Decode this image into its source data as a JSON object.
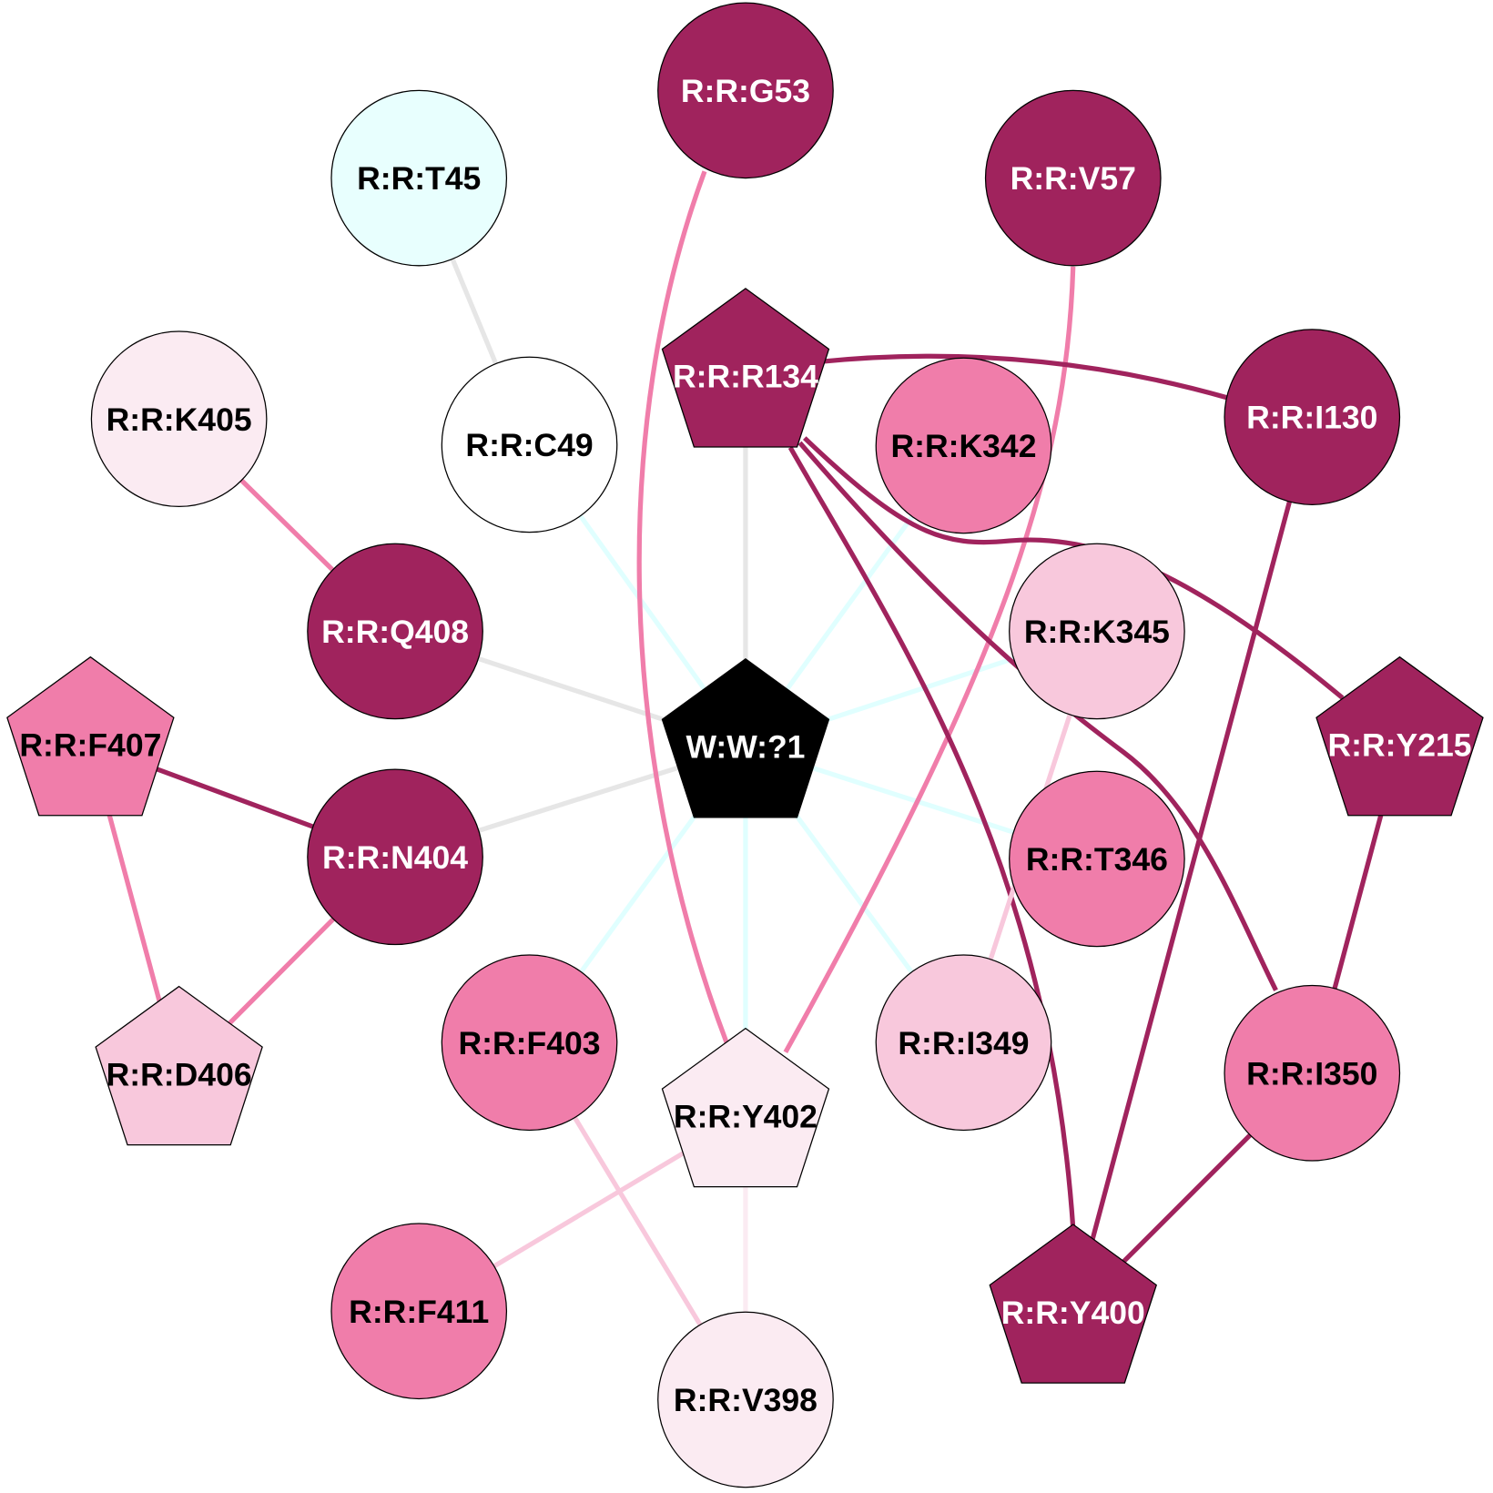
{
  "colors": {
    "dark": "#A0235D",
    "pink": "#F07DAA",
    "lightpink": "#F8C8DC",
    "verylight": "#FBEBF2",
    "cyan": "#E8FFFE",
    "white": "#FFFFFF",
    "black": "#000000",
    "edge_gray": "#E6E6E6",
    "edge_cyan": "#E0FFFF"
  },
  "nodes": [
    {
      "id": "G53",
      "label": "R:R:G53",
      "shape": "circle",
      "fill": "dark"
    },
    {
      "id": "V57",
      "label": "R:R:V57",
      "shape": "circle",
      "fill": "dark"
    },
    {
      "id": "T45",
      "label": "R:R:T45",
      "shape": "circle",
      "fill": "cyan"
    },
    {
      "id": "K405",
      "label": "R:R:K405",
      "shape": "circle",
      "fill": "verylight"
    },
    {
      "id": "C49",
      "label": "R:R:C49",
      "shape": "circle",
      "fill": "white"
    },
    {
      "id": "R134",
      "label": "R:R:R134",
      "shape": "pentagon",
      "fill": "dark"
    },
    {
      "id": "K342",
      "label": "R:R:K342",
      "shape": "circle",
      "fill": "pink"
    },
    {
      "id": "I130",
      "label": "R:R:I130",
      "shape": "circle",
      "fill": "dark"
    },
    {
      "id": "Q408",
      "label": "R:R:Q408",
      "shape": "circle",
      "fill": "dark"
    },
    {
      "id": "K345",
      "label": "R:R:K345",
      "shape": "circle",
      "fill": "lightpink"
    },
    {
      "id": "F407",
      "label": "R:R:F407",
      "shape": "pentagon",
      "fill": "pink"
    },
    {
      "id": "W1",
      "label": "W:W:?1",
      "shape": "pentagon",
      "fill": "black"
    },
    {
      "id": "Y215",
      "label": "R:R:Y215",
      "shape": "pentagon",
      "fill": "dark"
    },
    {
      "id": "N404",
      "label": "R:R:N404",
      "shape": "circle",
      "fill": "dark"
    },
    {
      "id": "T346",
      "label": "R:R:T346",
      "shape": "circle",
      "fill": "pink"
    },
    {
      "id": "D406",
      "label": "R:R:D406",
      "shape": "pentagon",
      "fill": "lightpink"
    },
    {
      "id": "F403",
      "label": "R:R:F403",
      "shape": "circle",
      "fill": "pink"
    },
    {
      "id": "Y402",
      "label": "R:R:Y402",
      "shape": "pentagon",
      "fill": "verylight"
    },
    {
      "id": "I349",
      "label": "R:R:I349",
      "shape": "circle",
      "fill": "lightpink"
    },
    {
      "id": "I350",
      "label": "R:R:I350",
      "shape": "circle",
      "fill": "pink"
    },
    {
      "id": "F411",
      "label": "R:R:F411",
      "shape": "circle",
      "fill": "pink"
    },
    {
      "id": "V398",
      "label": "R:R:V398",
      "shape": "circle",
      "fill": "verylight"
    },
    {
      "id": "Y400",
      "label": "R:R:Y400",
      "shape": "pentagon",
      "fill": "dark"
    }
  ],
  "edges": [
    {
      "from": "T45",
      "to": "C49",
      "color": "edge_gray"
    },
    {
      "from": "C49",
      "to": "W1",
      "color": "edge_cyan"
    },
    {
      "from": "R134",
      "to": "W1",
      "color": "edge_gray"
    },
    {
      "from": "K342",
      "to": "W1",
      "color": "edge_cyan"
    },
    {
      "from": "Q408",
      "to": "W1",
      "color": "edge_gray"
    },
    {
      "from": "N404",
      "to": "W1",
      "color": "edge_gray"
    },
    {
      "from": "K345",
      "to": "W1",
      "color": "edge_cyan"
    },
    {
      "from": "T346",
      "to": "W1",
      "color": "edge_cyan"
    },
    {
      "from": "I349",
      "to": "W1",
      "color": "edge_cyan"
    },
    {
      "from": "F403",
      "to": "W1",
      "color": "edge_cyan"
    },
    {
      "from": "Y402",
      "to": "W1",
      "color": "edge_cyan"
    },
    {
      "from": "K405",
      "to": "Q408",
      "color": "pink"
    },
    {
      "from": "F407",
      "to": "N404",
      "color": "dark"
    },
    {
      "from": "F407",
      "to": "D406",
      "color": "pink"
    },
    {
      "from": "N404",
      "to": "D406",
      "color": "pink"
    },
    {
      "from": "G53",
      "to": "Y402",
      "color": "pink"
    },
    {
      "from": "V57",
      "to": "Y402",
      "color": "pink"
    },
    {
      "from": "R134",
      "to": "I130",
      "color": "dark"
    },
    {
      "from": "R134",
      "to": "Y215",
      "color": "dark"
    },
    {
      "from": "R134",
      "to": "Y400",
      "color": "dark"
    },
    {
      "from": "R134",
      "to": "I350",
      "color": "dark"
    },
    {
      "from": "I130",
      "to": "Y400",
      "color": "dark"
    },
    {
      "from": "Y215",
      "to": "I350",
      "color": "dark"
    },
    {
      "from": "I350",
      "to": "Y400",
      "color": "dark"
    },
    {
      "from": "K345",
      "to": "I349",
      "color": "lightpink"
    },
    {
      "from": "F403",
      "to": "V398",
      "color": "lightpink"
    },
    {
      "from": "Y402",
      "to": "F411",
      "color": "lightpink"
    },
    {
      "from": "Y402",
      "to": "V398",
      "color": "verylight"
    }
  ]
}
